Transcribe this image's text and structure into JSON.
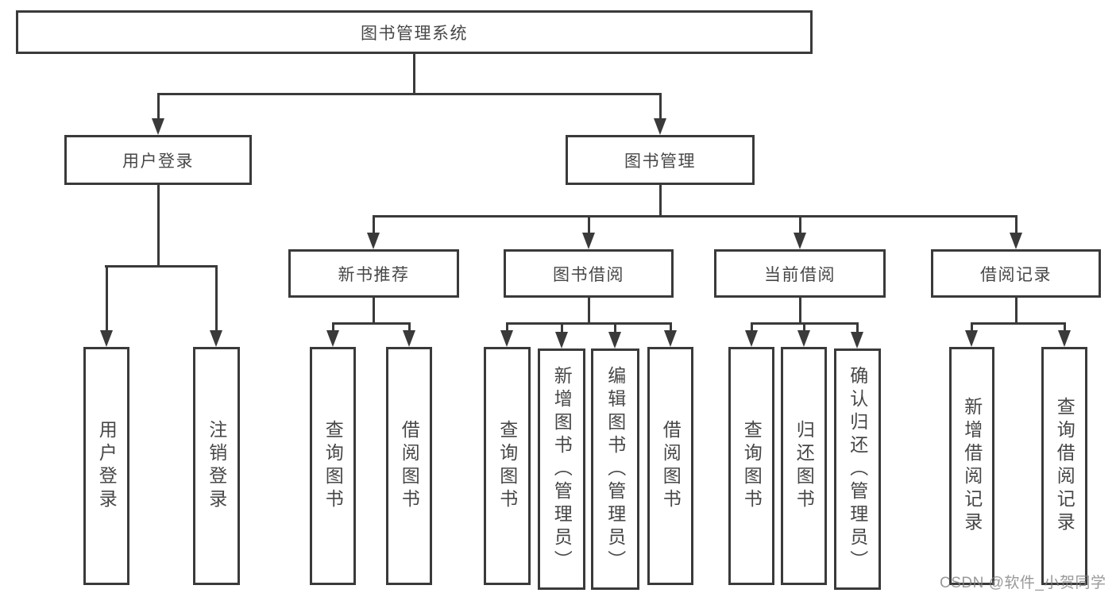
{
  "diagram": {
    "root": {
      "id": "library-management-system",
      "label": "图书管理系统"
    },
    "level2": [
      {
        "id": "user-login",
        "label": "用户登录",
        "parent": "library-management-system"
      },
      {
        "id": "book-management",
        "label": "图书管理",
        "parent": "library-management-system"
      }
    ],
    "level3": [
      {
        "id": "new-book-recommend",
        "label": "新书推荐",
        "parent": "book-management"
      },
      {
        "id": "book-borrow",
        "label": "图书借阅",
        "parent": "book-management"
      },
      {
        "id": "current-borrow",
        "label": "当前借阅",
        "parent": "book-management"
      },
      {
        "id": "borrow-records",
        "label": "借阅记录",
        "parent": "book-management"
      }
    ],
    "leaves": [
      {
        "id": "leaf-user-login",
        "label": "用户登录",
        "parent": "user-login"
      },
      {
        "id": "leaf-logout",
        "label": "注销登录",
        "parent": "user-login"
      },
      {
        "id": "leaf-query-book-recommend",
        "label": "查询图书",
        "parent": "new-book-recommend"
      },
      {
        "id": "leaf-borrow-book-recommend",
        "label": "借阅图书",
        "parent": "new-book-recommend"
      },
      {
        "id": "leaf-query-book-borrow",
        "label": "查询图书",
        "parent": "book-borrow"
      },
      {
        "id": "leaf-add-book-admin",
        "label": "新增图书（管理员）",
        "parent": "book-borrow"
      },
      {
        "id": "leaf-edit-book-admin",
        "label": "编辑图书（管理员）",
        "parent": "book-borrow"
      },
      {
        "id": "leaf-borrow-book",
        "label": "借阅图书",
        "parent": "book-borrow"
      },
      {
        "id": "leaf-query-book-current",
        "label": "查询图书",
        "parent": "current-borrow"
      },
      {
        "id": "leaf-return-book",
        "label": "归还图书",
        "parent": "current-borrow"
      },
      {
        "id": "leaf-confirm-return-admin",
        "label": "确认归还（管理员）",
        "parent": "current-borrow"
      },
      {
        "id": "leaf-add-borrow-record",
        "label": "新增借阅记录",
        "parent": "borrow-records"
      },
      {
        "id": "leaf-query-borrow-record",
        "label": "查询借阅记录",
        "parent": "borrow-records"
      }
    ]
  },
  "watermark": {
    "text": "CSDN @软件_小贺同学"
  },
  "colors": {
    "line": "#3a3a3a",
    "text": "#474747",
    "box_background": "#ffffff",
    "page_background": "#ffffff",
    "watermark": "#808080"
  }
}
